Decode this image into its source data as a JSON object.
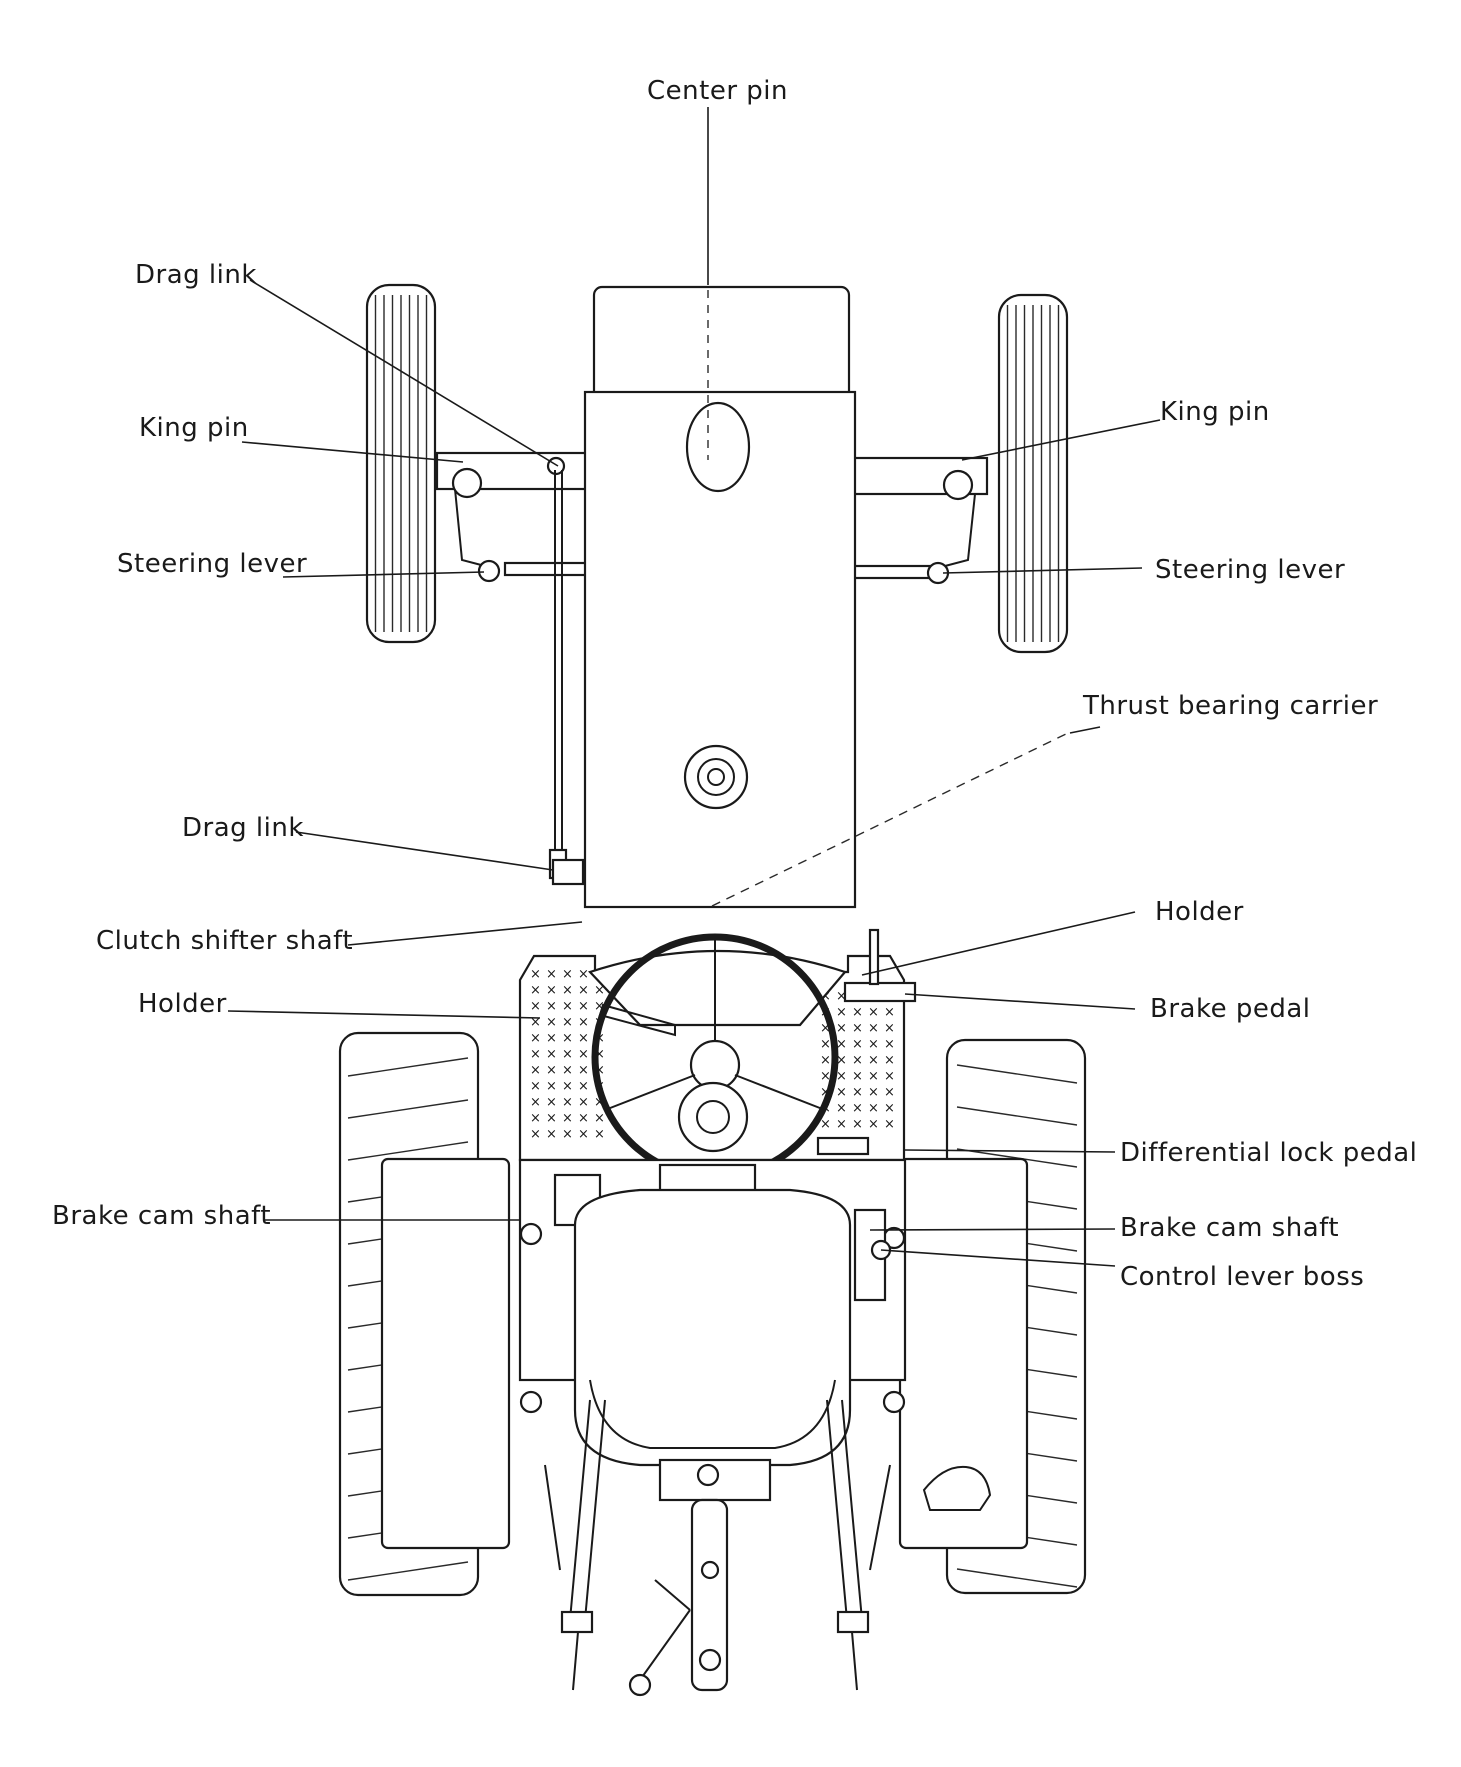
{
  "labels": {
    "center_pin": "Center pin",
    "drag_link_top": "Drag link",
    "king_pin_left": "King pin",
    "king_pin_right": "King pin",
    "steering_lever_left": "Steering lever",
    "steering_lever_right": "Steering lever",
    "thrust_bearing_carrier": "Thrust bearing carrier",
    "drag_link_mid": "Drag link",
    "clutch_shifter_shaft": "Clutch shifter shaft",
    "holder_right": "Holder",
    "holder_left": "Holder",
    "brake_pedal": "Brake pedal",
    "differential_lock_pedal": "Differential lock pedal",
    "brake_cam_shaft_left": "Brake cam shaft",
    "brake_cam_shaft_right": "Brake cam shaft",
    "control_lever_boss": "Control lever boss"
  },
  "icons": [
    "front-wheel-left",
    "front-wheel-right",
    "rear-wheel-left",
    "rear-wheel-right",
    "steering-wheel",
    "seat",
    "hood"
  ]
}
